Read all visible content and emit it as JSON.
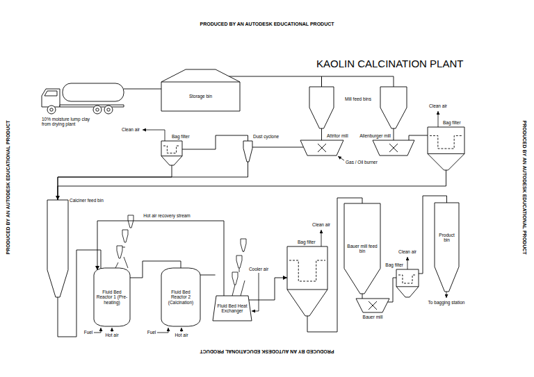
{
  "diagram": {
    "title": "KAOLIN CALCINATION PLANT",
    "nodes": [
      {
        "text": [
          "10% moisture lump clay from drying plant"
        ]
      },
      {
        "text": [
          "Storage bin"
        ]
      },
      {
        "text": [
          "Mill feed bins"
        ]
      },
      {
        "text": [
          "Attritor mill"
        ]
      },
      {
        "text": [
          "Allenburger mill"
        ]
      },
      {
        "text": [
          "Bag filter"
        ]
      },
      {
        "text": [
          "Bag filter"
        ]
      },
      {
        "text": [
          "Dust cyclone"
        ]
      },
      {
        "text": [
          "Calciner feed bin"
        ]
      },
      {
        "text": [
          "Fluid Bed Reactor 1 (Pre-heating)"
        ]
      },
      {
        "text": [
          "Fluid Bed Reactor 2 (Calcination)"
        ]
      },
      {
        "text": [
          "Fluid Bed Heat Exchanger"
        ]
      },
      {
        "text": [
          "Bag filter"
        ]
      },
      {
        "text": [
          "Bauer mill feed bin"
        ]
      },
      {
        "text": [
          "Bauer mill"
        ]
      },
      {
        "text": [
          "Bag filter"
        ]
      },
      {
        "text": [
          "Product bin"
        ]
      }
    ],
    "edges": [
      {
        "from": 0,
        "to": 1,
        "arrow": "none"
      },
      {
        "from": 1,
        "to": 2,
        "arrow": "none"
      },
      {
        "from": 2,
        "to": 3,
        "arrow": "none"
      },
      {
        "from": 2,
        "to": 4,
        "arrow": "none"
      },
      {
        "from": 3,
        "to": 7,
        "arrow": "none"
      },
      {
        "from": 7,
        "to": 6,
        "arrow": "none"
      },
      {
        "from": 7,
        "to": 8,
        "arrow": "none"
      },
      {
        "from": 6,
        "to": 8,
        "arrow": "none"
      },
      {
        "from": 4,
        "to": 5,
        "arrow": "none"
      },
      {
        "from": 5,
        "to": 8,
        "arrow": "to"
      },
      {
        "from": 8,
        "to": 9,
        "arrow": "none"
      },
      {
        "from": 9,
        "to": 10,
        "arrow": "none"
      },
      {
        "from": 10,
        "to": 11,
        "arrow": "none"
      },
      {
        "from": 11,
        "to": 9,
        "label": "Hot air recovery stream",
        "arrow": "to"
      },
      {
        "from": 11,
        "to": 12,
        "arrow": "to"
      },
      {
        "from": 12,
        "to": 13,
        "arrow": "none"
      },
      {
        "from": 13,
        "to": 14,
        "arrow": "none"
      },
      {
        "from": 14,
        "to": 15,
        "arrow": "none"
      },
      {
        "from": 15,
        "to": 16,
        "arrow": "none"
      }
    ],
    "labels": [
      "PRODUCED BY AN AUTODESK EDUCATIONAL PRODUCT",
      "PRODUCED BY AN AUTODESK EDUCATIONAL PRODUCT",
      "PRODUCED BY AN AUTODESK EDUCATIONAL PRODUCT",
      "PRODUCED BY AN AUTODESK EDUCATIONAL PRODUCT",
      "Clean air",
      "Clean air",
      "Gas / Oil burner",
      "Cooler air",
      "Clean air",
      "Clean air",
      "Fuel",
      "Hot air",
      "Fuel",
      "Hot air",
      "To bagging station"
    ]
  }
}
